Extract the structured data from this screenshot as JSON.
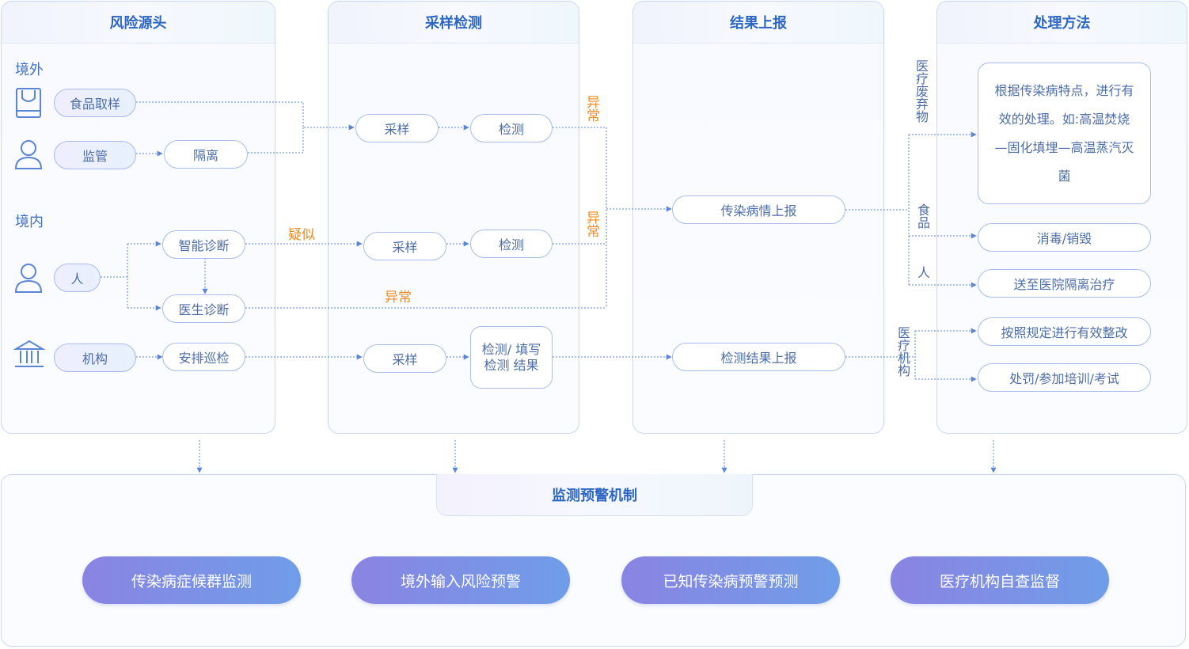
{
  "columns": {
    "risk_source": "风险源头",
    "sampling": "采样检测",
    "report": "结果上报",
    "handling": "处理方法"
  },
  "risk": {
    "overseas": "境外",
    "domestic": "境内",
    "food_sampling": "食品取样",
    "supervision": "监管",
    "isolation": "隔离",
    "person": "人",
    "smart_diagnosis": "智能诊断",
    "doctor_diagnosis": "医生诊断",
    "institution": "机构",
    "inspection": "安排巡检"
  },
  "sampling": {
    "sample_1": "采样",
    "detect_1": "检测",
    "sample_2": "采样",
    "detect_2": "检测",
    "sample_3": "采样",
    "detect_fill": "检测/ 填写检测 结果"
  },
  "flow_labels": {
    "abnormal_1": "异常",
    "abnormal_2": "异常",
    "abnormal_3": "异常",
    "suspected": "疑似",
    "medical_waste": "医疗废弃物",
    "food": "食品",
    "people": "人",
    "medical_institution": "医疗机构"
  },
  "report": {
    "epidemic_report": "传染病情上报",
    "result_report": "检测结果上报"
  },
  "handling": {
    "waste_method": "根据传染病特点，进行有效的处理。如:高温焚烧—固化填埋—高温蒸汽灭菌",
    "disinfect": "消毒/销毁",
    "hospital": "送至医院隔离治疗",
    "rectify": "按照规定进行有效整改",
    "penalty": "处罚/参加培训/考试"
  },
  "mechanism": {
    "title": "监测预警机制",
    "items": [
      "传染病症候群监测",
      "境外输入风险预警",
      "已知传染病预警预测",
      "医疗机构自查监督"
    ]
  },
  "colors": {
    "accent": "#2e66c4",
    "line": "#5b86d6",
    "warning": "#ef8a1f"
  }
}
